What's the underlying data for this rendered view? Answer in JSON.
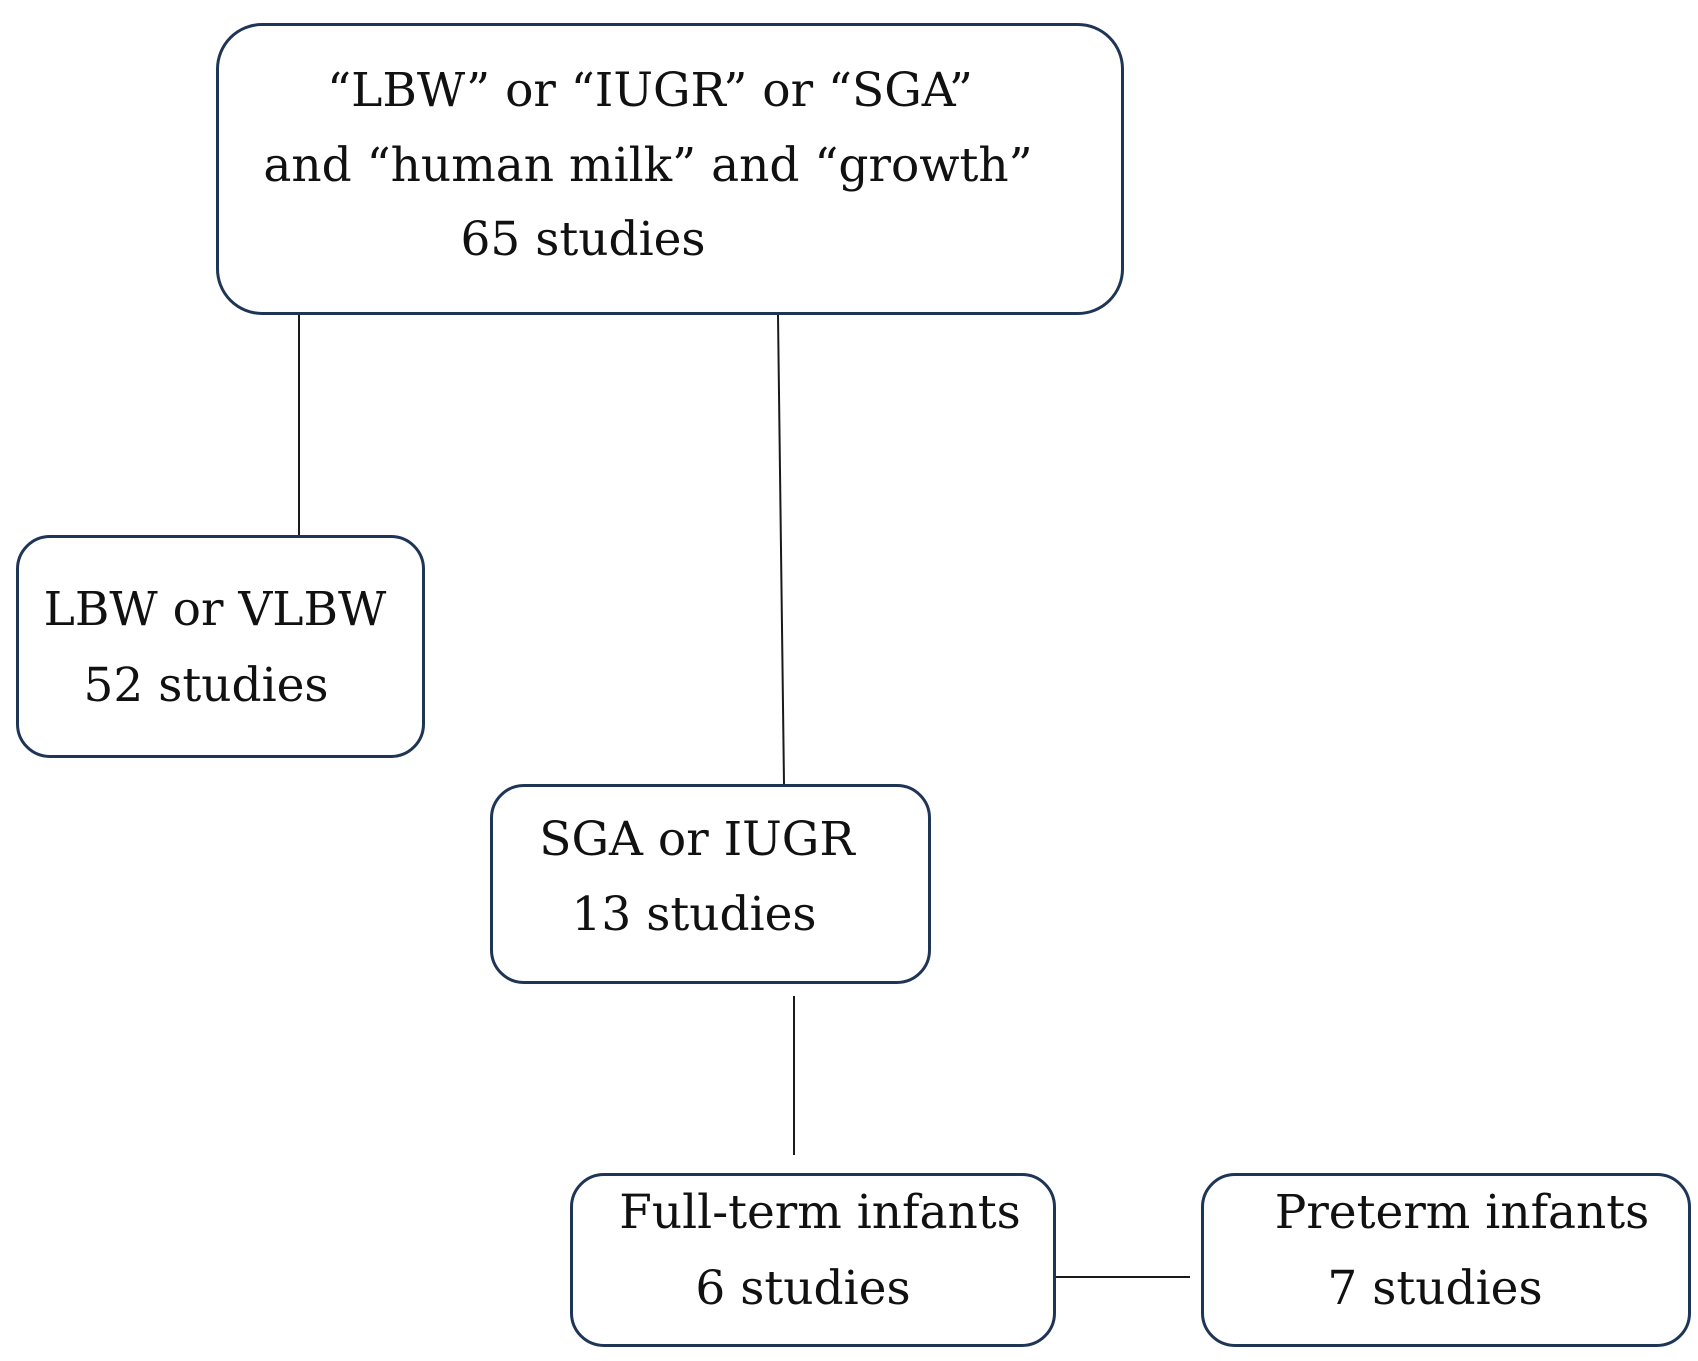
{
  "diagram": {
    "search_box": {
      "line1": "“LBW” or “IUGR” or “SGA”",
      "line2": "and “human milk” and “growth”",
      "count": "65 studies"
    },
    "lbw_box": {
      "label": "LBW or VLBW",
      "count": "52 studies"
    },
    "sga_box": {
      "label": "SGA or IUGR",
      "count": "13 studies"
    },
    "fullterm_box": {
      "label": "Full-term infants",
      "count": "6 studies"
    },
    "preterm_box": {
      "label": "Preterm infants",
      "count": "7 studies"
    },
    "colors": {
      "box_border": "#1f3556",
      "connector": "#1a1a1a",
      "text": "#111111"
    }
  }
}
